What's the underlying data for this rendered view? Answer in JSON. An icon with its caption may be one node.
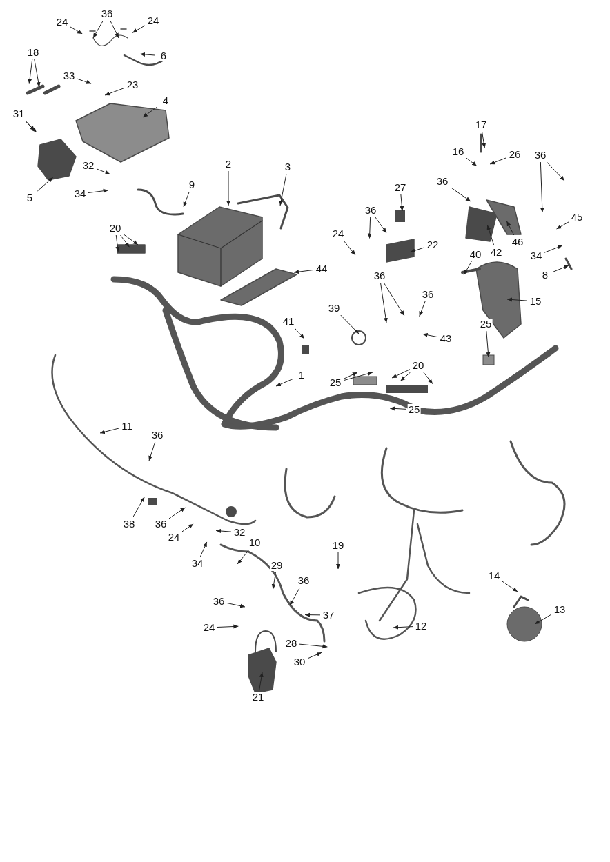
{
  "diagram": {
    "nodes": [
      {
        "text": [
          "24"
        ]
      },
      {
        "text": [
          "36"
        ]
      },
      {
        "text": [
          "24"
        ]
      },
      {
        "text": [
          "18"
        ]
      },
      {
        "text": [
          "6"
        ]
      },
      {
        "text": [
          "33"
        ]
      },
      {
        "text": [
          "23"
        ]
      },
      {
        "text": [
          "4"
        ]
      },
      {
        "text": [
          "31"
        ]
      },
      {
        "text": [
          "32"
        ]
      },
      {
        "text": [
          "5"
        ]
      },
      {
        "text": [
          "34"
        ]
      },
      {
        "text": [
          "9"
        ]
      },
      {
        "text": [
          "2"
        ]
      },
      {
        "text": [
          "3"
        ]
      },
      {
        "text": [
          "20"
        ]
      },
      {
        "text": [
          "44"
        ]
      },
      {
        "text": [
          "17"
        ]
      },
      {
        "text": [
          "16"
        ]
      },
      {
        "text": [
          "26"
        ]
      },
      {
        "text": [
          "36"
        ]
      },
      {
        "text": [
          "36"
        ]
      },
      {
        "text": [
          "27"
        ]
      },
      {
        "text": [
          "36"
        ]
      },
      {
        "text": [
          "24"
        ]
      },
      {
        "text": [
          "22"
        ]
      },
      {
        "text": [
          "42"
        ]
      },
      {
        "text": [
          "46"
        ]
      },
      {
        "text": [
          "45"
        ]
      },
      {
        "text": [
          "34"
        ]
      },
      {
        "text": [
          "8"
        ]
      },
      {
        "text": [
          "40"
        ]
      },
      {
        "text": [
          "15"
        ]
      },
      {
        "text": [
          "36"
        ]
      },
      {
        "text": [
          "36"
        ]
      },
      {
        "text": [
          "39"
        ]
      },
      {
        "text": [
          "41"
        ]
      },
      {
        "text": [
          "43"
        ]
      },
      {
        "text": [
          "25"
        ]
      },
      {
        "text": [
          "1"
        ]
      },
      {
        "text": [
          "25"
        ]
      },
      {
        "text": [
          "20"
        ]
      },
      {
        "text": [
          "25"
        ]
      },
      {
        "text": [
          "11"
        ]
      },
      {
        "text": [
          "36"
        ]
      },
      {
        "text": [
          "38"
        ]
      },
      {
        "text": [
          "36"
        ]
      },
      {
        "text": [
          "24"
        ]
      },
      {
        "text": [
          "32"
        ]
      },
      {
        "text": [
          "10"
        ]
      },
      {
        "text": [
          "34"
        ]
      },
      {
        "text": [
          "19"
        ]
      },
      {
        "text": [
          "29"
        ]
      },
      {
        "text": [
          "36"
        ]
      },
      {
        "text": [
          "36"
        ]
      },
      {
        "text": [
          "24"
        ]
      },
      {
        "text": [
          "37"
        ]
      },
      {
        "text": [
          "28"
        ]
      },
      {
        "text": [
          "30"
        ]
      },
      {
        "text": [
          "12"
        ]
      },
      {
        "text": [
          "21"
        ]
      },
      {
        "text": [
          "14"
        ]
      },
      {
        "text": [
          "13"
        ]
      }
    ],
    "edges": [
      {
        "from": 0,
        "to": null,
        "arrow": "to"
      },
      {
        "from": 1,
        "to": null,
        "arrow": "to"
      },
      {
        "from": 1,
        "to": null,
        "arrow": "to"
      },
      {
        "from": 2,
        "to": null,
        "arrow": "to"
      },
      {
        "from": 3,
        "to": null,
        "arrow": "to"
      },
      {
        "from": 3,
        "to": null,
        "arrow": "to"
      },
      {
        "from": 4,
        "to": null,
        "arrow": "to"
      },
      {
        "from": 5,
        "to": null,
        "arrow": "to"
      },
      {
        "from": 6,
        "to": null,
        "arrow": "to"
      },
      {
        "from": 7,
        "to": null,
        "arrow": "to"
      },
      {
        "from": 8,
        "to": null,
        "arrow": "to"
      },
      {
        "from": 8,
        "to": null,
        "arrow": "to"
      },
      {
        "from": 9,
        "to": null,
        "arrow": "to"
      },
      {
        "from": 10,
        "to": null,
        "arrow": "to"
      },
      {
        "from": 11,
        "to": null,
        "arrow": "to"
      },
      {
        "from": 12,
        "to": null,
        "arrow": "to"
      },
      {
        "from": 13,
        "to": null,
        "arrow": "to"
      },
      {
        "from": 14,
        "to": null,
        "arrow": "to"
      },
      {
        "from": 15,
        "to": null,
        "arrow": "to"
      },
      {
        "from": 15,
        "to": null,
        "arrow": "to"
      },
      {
        "from": 15,
        "to": null,
        "arrow": "to"
      },
      {
        "from": 16,
        "to": null,
        "arrow": "to"
      },
      {
        "from": 17,
        "to": null,
        "arrow": "to"
      },
      {
        "from": 18,
        "to": null,
        "arrow": "to"
      },
      {
        "from": 19,
        "to": null,
        "arrow": "to"
      },
      {
        "from": 20,
        "to": null,
        "arrow": "to"
      },
      {
        "from": 20,
        "to": null,
        "arrow": "to"
      },
      {
        "from": 21,
        "to": null,
        "arrow": "to"
      },
      {
        "from": 22,
        "to": null,
        "arrow": "to"
      },
      {
        "from": 23,
        "to": null,
        "arrow": "to"
      },
      {
        "from": 23,
        "to": null,
        "arrow": "to"
      },
      {
        "from": 24,
        "to": null,
        "arrow": "to"
      },
      {
        "from": 25,
        "to": null,
        "arrow": "to"
      },
      {
        "from": 26,
        "to": null,
        "arrow": "to"
      },
      {
        "from": 27,
        "to": null,
        "arrow": "to"
      },
      {
        "from": 28,
        "to": null,
        "arrow": "to"
      },
      {
        "from": 29,
        "to": null,
        "arrow": "to"
      },
      {
        "from": 30,
        "to": null,
        "arrow": "to"
      },
      {
        "from": 31,
        "to": null,
        "arrow": "to"
      },
      {
        "from": 32,
        "to": null,
        "arrow": "to"
      },
      {
        "from": 33,
        "to": null,
        "arrow": "to"
      },
      {
        "from": 33,
        "to": null,
        "arrow": "to"
      },
      {
        "from": 34,
        "to": null,
        "arrow": "to"
      },
      {
        "from": 35,
        "to": null,
        "arrow": "to"
      },
      {
        "from": 36,
        "to": null,
        "arrow": "to"
      },
      {
        "from": 37,
        "to": null,
        "arrow": "to"
      },
      {
        "from": 38,
        "to": null,
        "arrow": "to"
      },
      {
        "from": 39,
        "to": null,
        "arrow": "to"
      },
      {
        "from": 40,
        "to": null,
        "arrow": "to"
      },
      {
        "from": 40,
        "to": null,
        "arrow": "to"
      },
      {
        "from": 41,
        "to": null,
        "arrow": "to"
      },
      {
        "from": 41,
        "to": null,
        "arrow": "to"
      },
      {
        "from": 41,
        "to": null,
        "arrow": "to"
      },
      {
        "from": 42,
        "to": null,
        "arrow": "to"
      },
      {
        "from": 43,
        "to": null,
        "arrow": "to"
      },
      {
        "from": 44,
        "to": null,
        "arrow": "to"
      },
      {
        "from": 45,
        "to": null,
        "arrow": "to"
      },
      {
        "from": 46,
        "to": null,
        "arrow": "to"
      },
      {
        "from": 47,
        "to": null,
        "arrow": "to"
      },
      {
        "from": 48,
        "to": null,
        "arrow": "to"
      },
      {
        "from": 49,
        "to": null,
        "arrow": "to"
      },
      {
        "from": 50,
        "to": null,
        "arrow": "to"
      },
      {
        "from": 51,
        "to": null,
        "arrow": "to"
      },
      {
        "from": 52,
        "to": null,
        "arrow": "to"
      },
      {
        "from": 53,
        "to": null,
        "arrow": "to"
      },
      {
        "from": 54,
        "to": null,
        "arrow": "to"
      },
      {
        "from": 55,
        "to": null,
        "arrow": "to"
      },
      {
        "from": 56,
        "to": null,
        "arrow": "to"
      },
      {
        "from": 57,
        "to": null,
        "arrow": "to"
      },
      {
        "from": 58,
        "to": null,
        "arrow": "to"
      },
      {
        "from": 59,
        "to": null,
        "arrow": "to"
      },
      {
        "from": 60,
        "to": null,
        "arrow": "to"
      },
      {
        "from": 61,
        "to": null,
        "arrow": "to"
      },
      {
        "from": 62,
        "to": null,
        "arrow": "to"
      }
    ]
  }
}
